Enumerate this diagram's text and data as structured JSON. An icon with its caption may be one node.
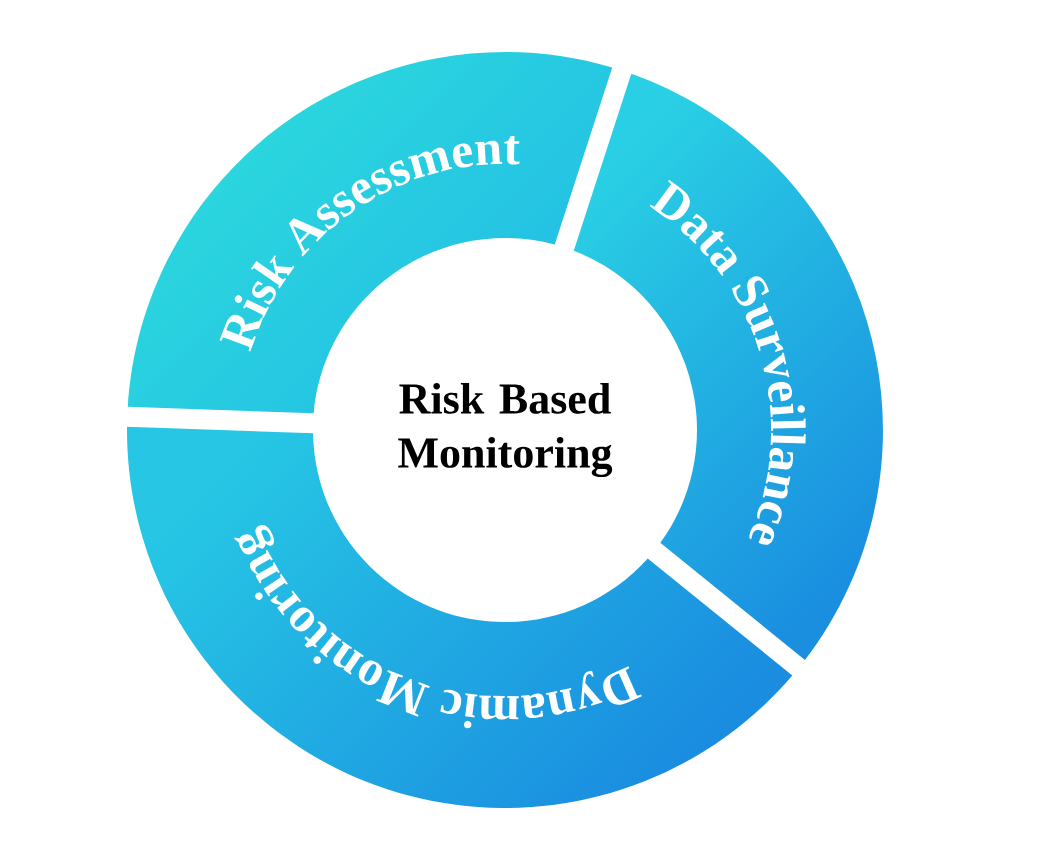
{
  "diagram": {
    "nodes": [
      {
        "text": [
          "Risk Based Monitoring"
        ]
      },
      {
        "text": [
          "Risk Assessment"
        ]
      },
      {
        "text": [
          "Data Surveillance"
        ]
      },
      {
        "text": [
          "Dynamic Monitoring"
        ]
      }
    ]
  }
}
